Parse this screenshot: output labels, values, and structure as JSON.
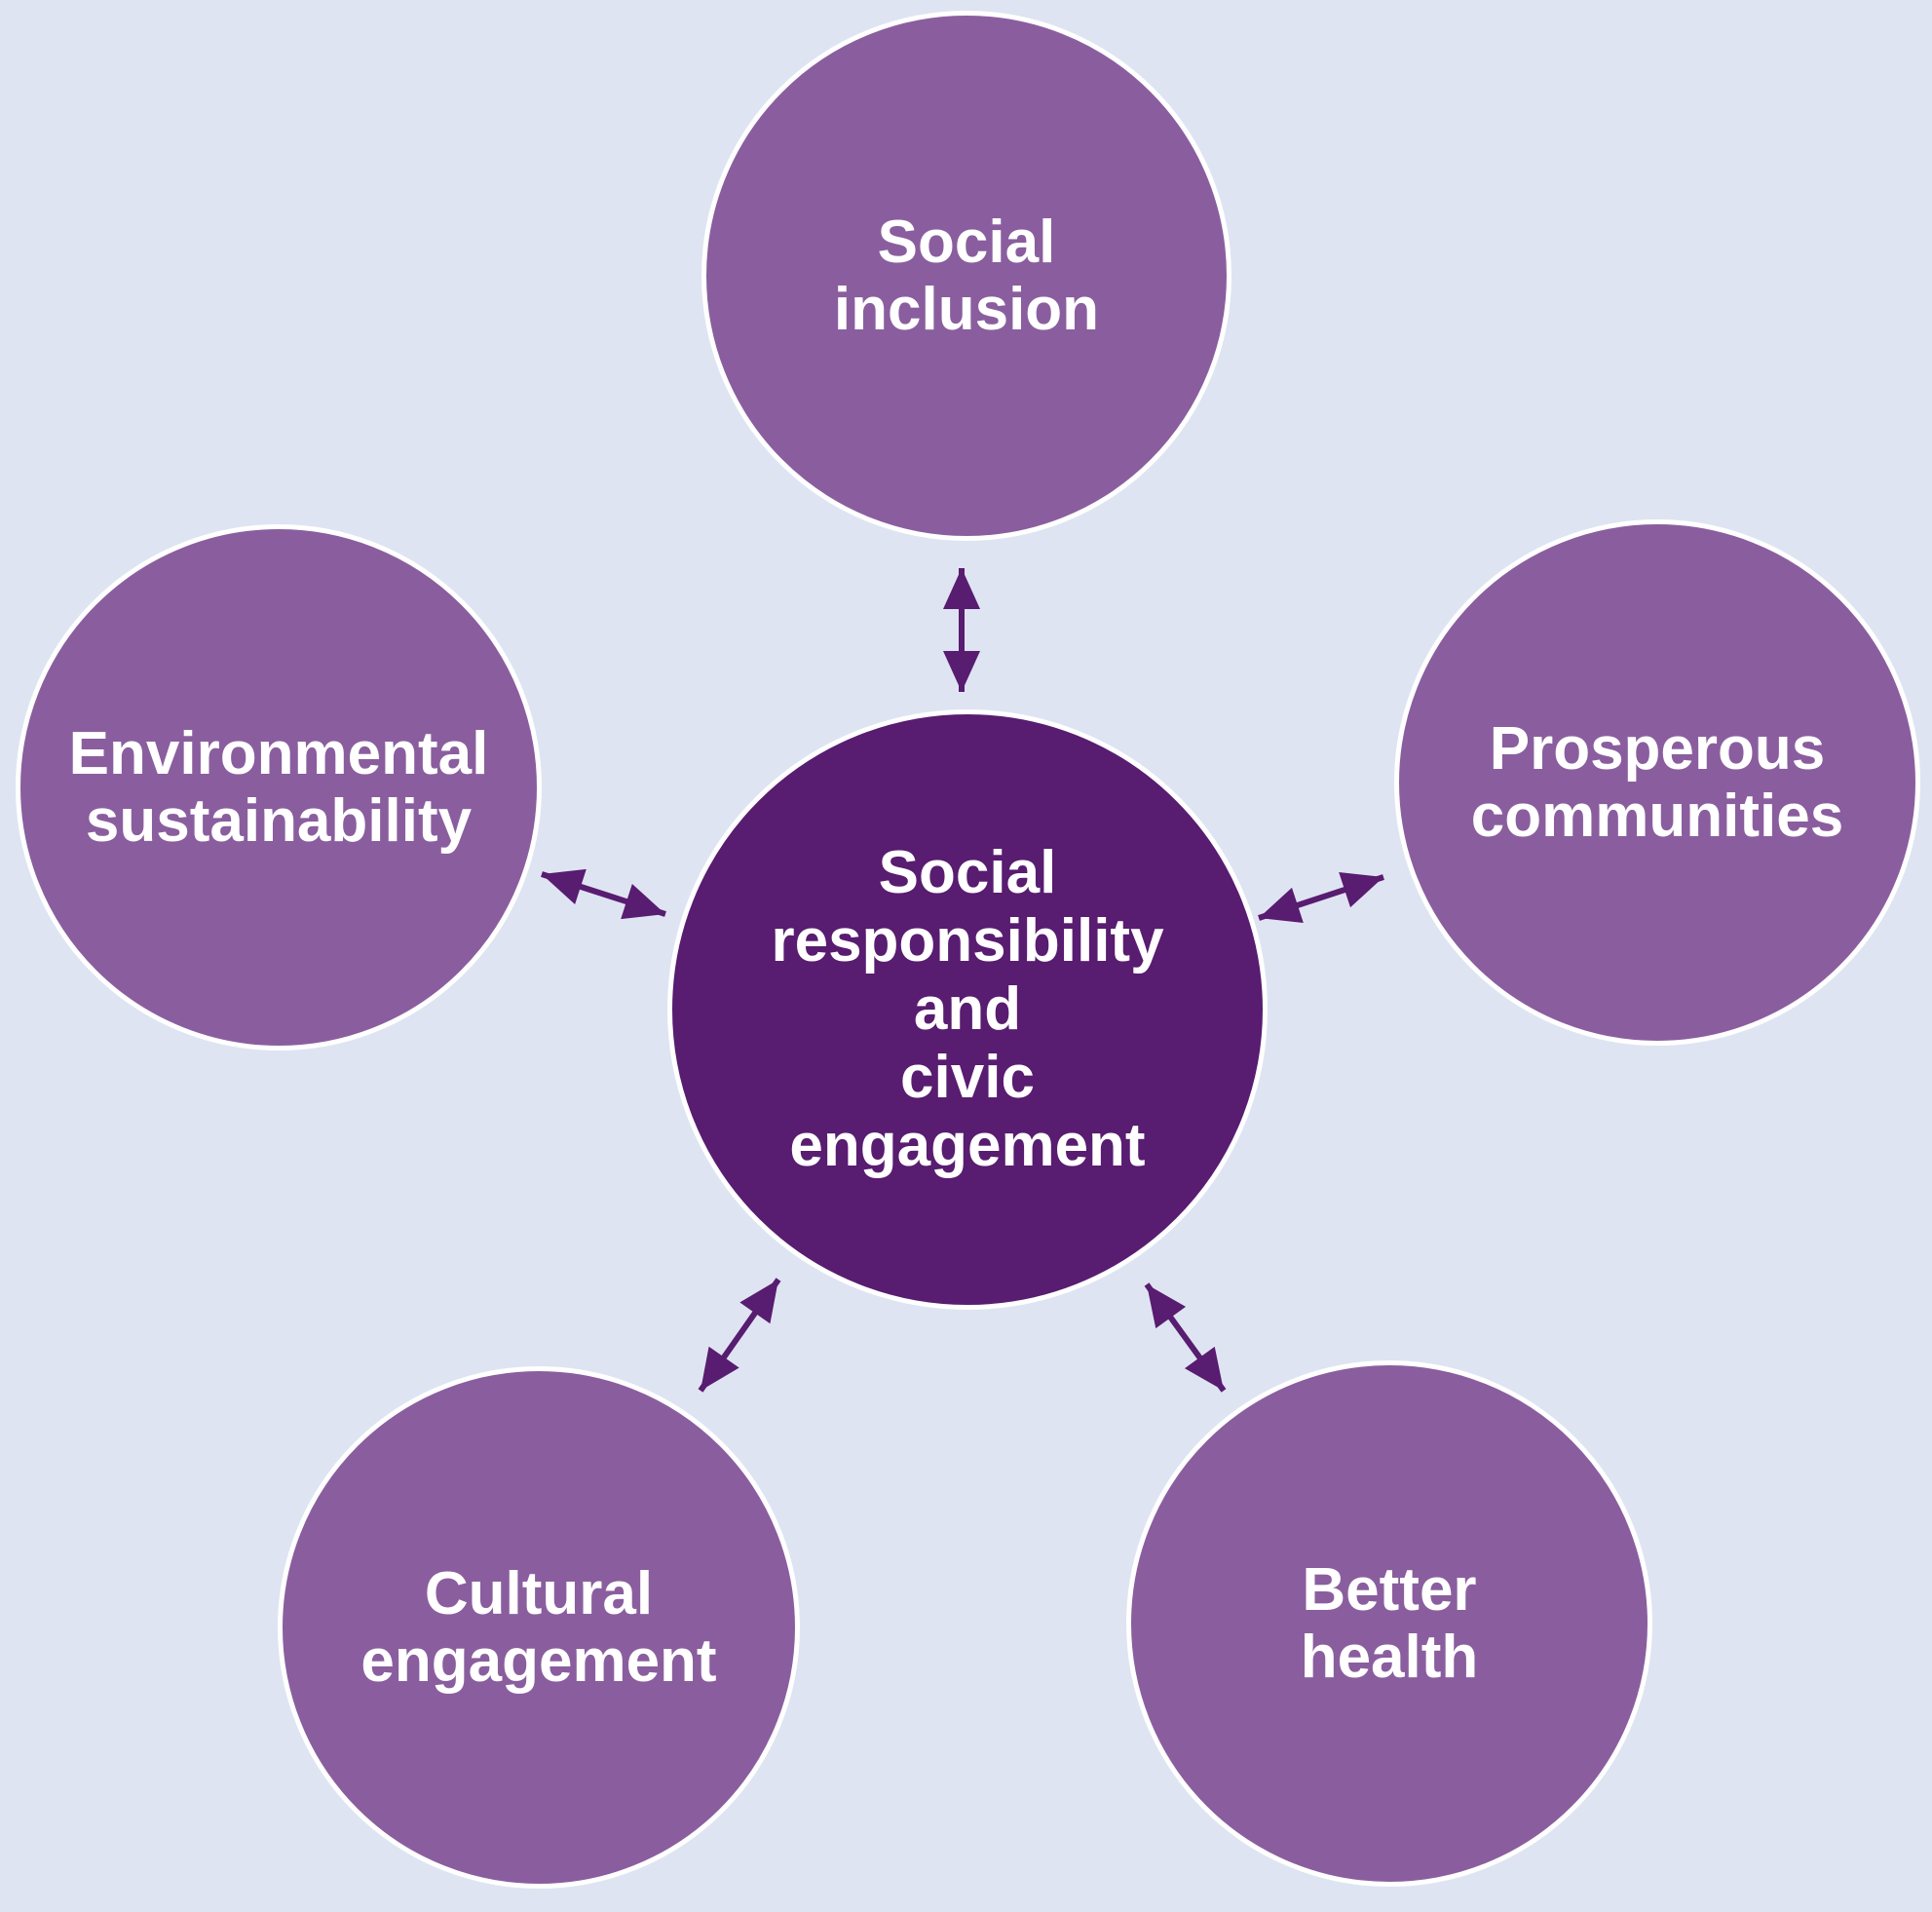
{
  "colors": {
    "background": "#dfe4f2",
    "satellite_fill": "#8a5e9e",
    "center_fill": "#581c70",
    "arrow": "#581c70",
    "ring": "#ffffff",
    "text": "#ffffff"
  },
  "center_node": {
    "label": "Social responsibility and civic engagement",
    "lines": [
      "Social",
      "responsibility",
      "and",
      "civic",
      "engagement"
    ]
  },
  "satellites": [
    {
      "id": "social-inclusion",
      "label": "Social inclusion",
      "lines": [
        "Social",
        "inclusion"
      ]
    },
    {
      "id": "prosperous-communities",
      "label": "Prosperous communities",
      "lines": [
        "Prosperous",
        "communities"
      ]
    },
    {
      "id": "better-health",
      "label": "Better health",
      "lines": [
        "Better",
        "health"
      ]
    },
    {
      "id": "cultural-engagement",
      "label": "Cultural engagement",
      "lines": [
        "Cultural",
        "engagement"
      ]
    },
    {
      "id": "environmental-sustainability",
      "label": "Environmental sustainability",
      "lines": [
        "Environmental",
        "sustainability"
      ]
    }
  ],
  "connectors": [
    {
      "from": "center",
      "to": "social-inclusion",
      "style": "double-headed"
    },
    {
      "from": "center",
      "to": "prosperous-communities",
      "style": "double-headed"
    },
    {
      "from": "center",
      "to": "better-health",
      "style": "double-headed"
    },
    {
      "from": "center",
      "to": "cultural-engagement",
      "style": "double-headed"
    },
    {
      "from": "center",
      "to": "environmental-sustainability",
      "style": "double-headed"
    }
  ]
}
